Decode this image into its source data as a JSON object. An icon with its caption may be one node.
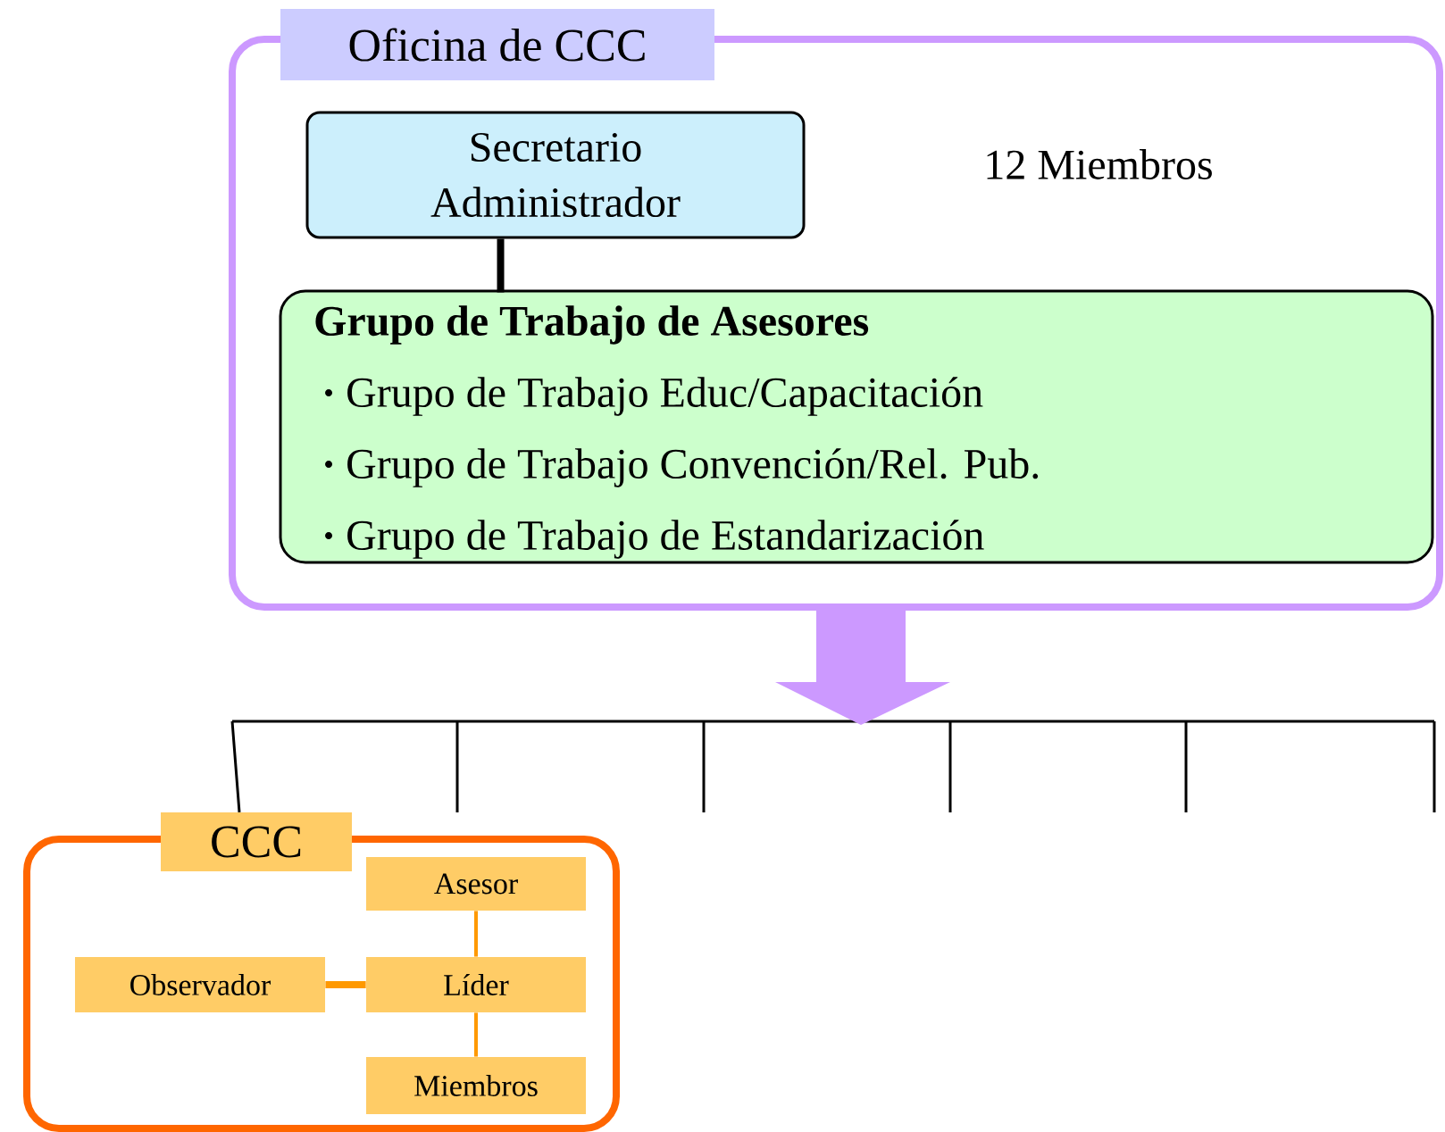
{
  "diagram": {
    "nodes": [
      {
        "text": [
          "Oficina de CCC",
          "12 Miembros"
        ]
      },
      {
        "text": [
          "Secretario Administrador"
        ],
        "in": 0
      },
      {
        "text": [
          "Grupo de Trabajo de Asesores",
          "Grupo de Trabajo Educ/Capacitación",
          "Grupo de Trabajo Convención/Rel. Pub.",
          "Grupo de Trabajo de Estandarización"
        ],
        "in": 0
      },
      {
        "text": [
          "CCC"
        ]
      },
      {
        "text": [
          "Asesor"
        ],
        "in": 3
      },
      {
        "text": [
          "Observador"
        ],
        "in": 3
      },
      {
        "text": [
          "Líder"
        ],
        "in": 3
      },
      {
        "text": [
          "Miembros"
        ],
        "in": 3
      }
    ],
    "edges": [
      {
        "from": 0,
        "to": null,
        "arrow": "to",
        "style": "thick",
        "color": "#cc99ff"
      },
      {
        "from": 1,
        "to": 2,
        "arrow": "none",
        "style": "thick",
        "color": "#000000"
      },
      {
        "from": 4,
        "to": 6,
        "arrow": "none",
        "color": "#ff9900"
      },
      {
        "from": 5,
        "to": 6,
        "arrow": "none",
        "style": "thick",
        "color": "#ff9900"
      },
      {
        "from": 6,
        "to": 7,
        "arrow": "none",
        "color": "#ff9900"
      }
    ]
  }
}
